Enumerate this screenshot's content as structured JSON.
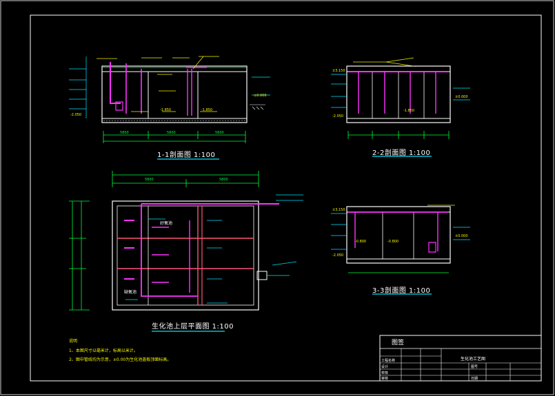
{
  "section_1_1": {
    "title": "1-1剖面图 1:100",
    "elevations": [
      "±0.000",
      "-1.850",
      "-1.850",
      "-2.050"
    ],
    "dims": [
      "5800",
      "5800",
      "5800"
    ]
  },
  "section_2_2": {
    "title": "2-2剖面图 1:100",
    "elevations": [
      "±3.150",
      "-1.850",
      "±0.000",
      "-2.050"
    ]
  },
  "section_3_3": {
    "title": "3-3剖面图 1:100",
    "elevations": [
      "±3.150",
      "-0.800",
      "-0.800",
      "±0.000",
      "-2.050"
    ]
  },
  "plan": {
    "title": "生化池上层平面图 1:100",
    "room_labels": [
      "好氧池",
      "缺氧池"
    ],
    "dims_top": [
      "5800",
      "5800"
    ]
  },
  "notes": {
    "heading": "说明",
    "lines": [
      "1、本图尺寸以毫米计，标高以米计。",
      "2、图中管线均为示意，±0.00为生化池盖板顶面标高。"
    ]
  },
  "title_block": {
    "company": "图签",
    "drawing_name": "生化池工艺图",
    "cells": [
      "工程名称",
      "设计",
      "校核",
      "审核",
      "图号",
      "日期"
    ]
  }
}
